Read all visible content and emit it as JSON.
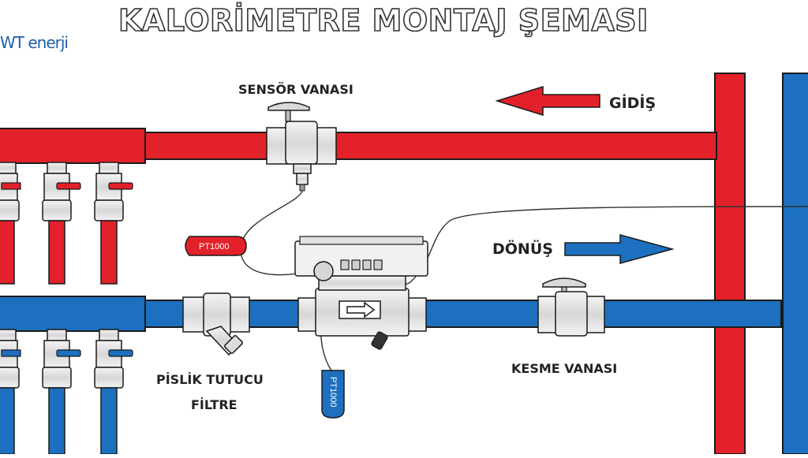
{
  "title": "KALORİMETRE MONTAJ ŞEMASI",
  "logo": {
    "brand": "WT enerji",
    "tagline": ""
  },
  "labels": {
    "sensor_valve": "SENSÖR VANASI",
    "supply": "GİDİŞ",
    "return": "DÖNÜŞ",
    "strainer_line1": "PİSLİK TUTUCU",
    "strainer_line2": "FİLTRE",
    "shutoff_valve": "KESME VANASI",
    "sensor_tag_1": "PT1000",
    "sensor_tag_2": "PT1000"
  },
  "colors": {
    "hot": "#e3212a",
    "cold": "#1d70c0",
    "outline": "#1a1a1a",
    "metal": "#e8e8e8"
  },
  "icons": [
    "arrow-left-icon",
    "arrow-right-icon",
    "flow-direction-icon"
  ]
}
